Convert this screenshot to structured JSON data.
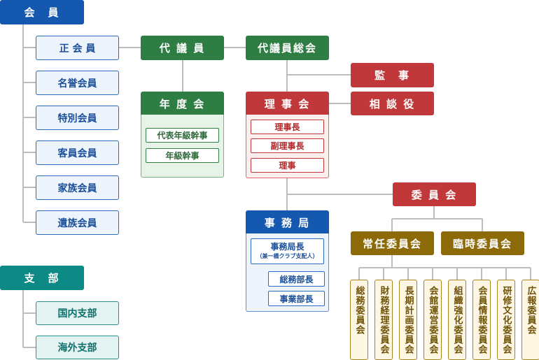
{
  "members": {
    "header": "会　員",
    "items": [
      "正 会 員",
      "名誉会員",
      "特別会員",
      "客員会員",
      "家族会員",
      "遺族会員"
    ]
  },
  "branch": {
    "header": "支　部",
    "items": [
      "国内支部",
      "海外支部"
    ]
  },
  "delegates": {
    "label": "代 議 員"
  },
  "assembly": {
    "label": "代議員総会"
  },
  "auditor": {
    "label": "監　事"
  },
  "advisor": {
    "label": "相 談 役"
  },
  "annual": {
    "label": "年 度 会",
    "items": [
      "代表年級幹事",
      "年級幹事"
    ]
  },
  "board": {
    "label": "理 事 会",
    "items": [
      "理事長",
      "副理事長",
      "理事"
    ]
  },
  "committee": {
    "label": "委 員 会"
  },
  "secretariat": {
    "label": "事 務 局",
    "chief": "事務局長",
    "chief_note": "（兼一橋クラブ支配人）",
    "departments": [
      "総務部長",
      "事業部長"
    ]
  },
  "standing": {
    "label": "常任委員会"
  },
  "adhoc": {
    "label": "臨時委員会"
  },
  "committees": [
    "総務委員会",
    "財務経理委員会",
    "長期計画委員会",
    "会館運営委員会",
    "組織強化委員会",
    "会員情報委員会",
    "研修文化委員会",
    "広報委員会"
  ],
  "colors": {
    "blue": "#1558b0",
    "green": "#2e7d43",
    "red": "#c0383a",
    "teal": "#0d8a86",
    "gold": "#8d6a08",
    "line": "#bdbdbd"
  }
}
